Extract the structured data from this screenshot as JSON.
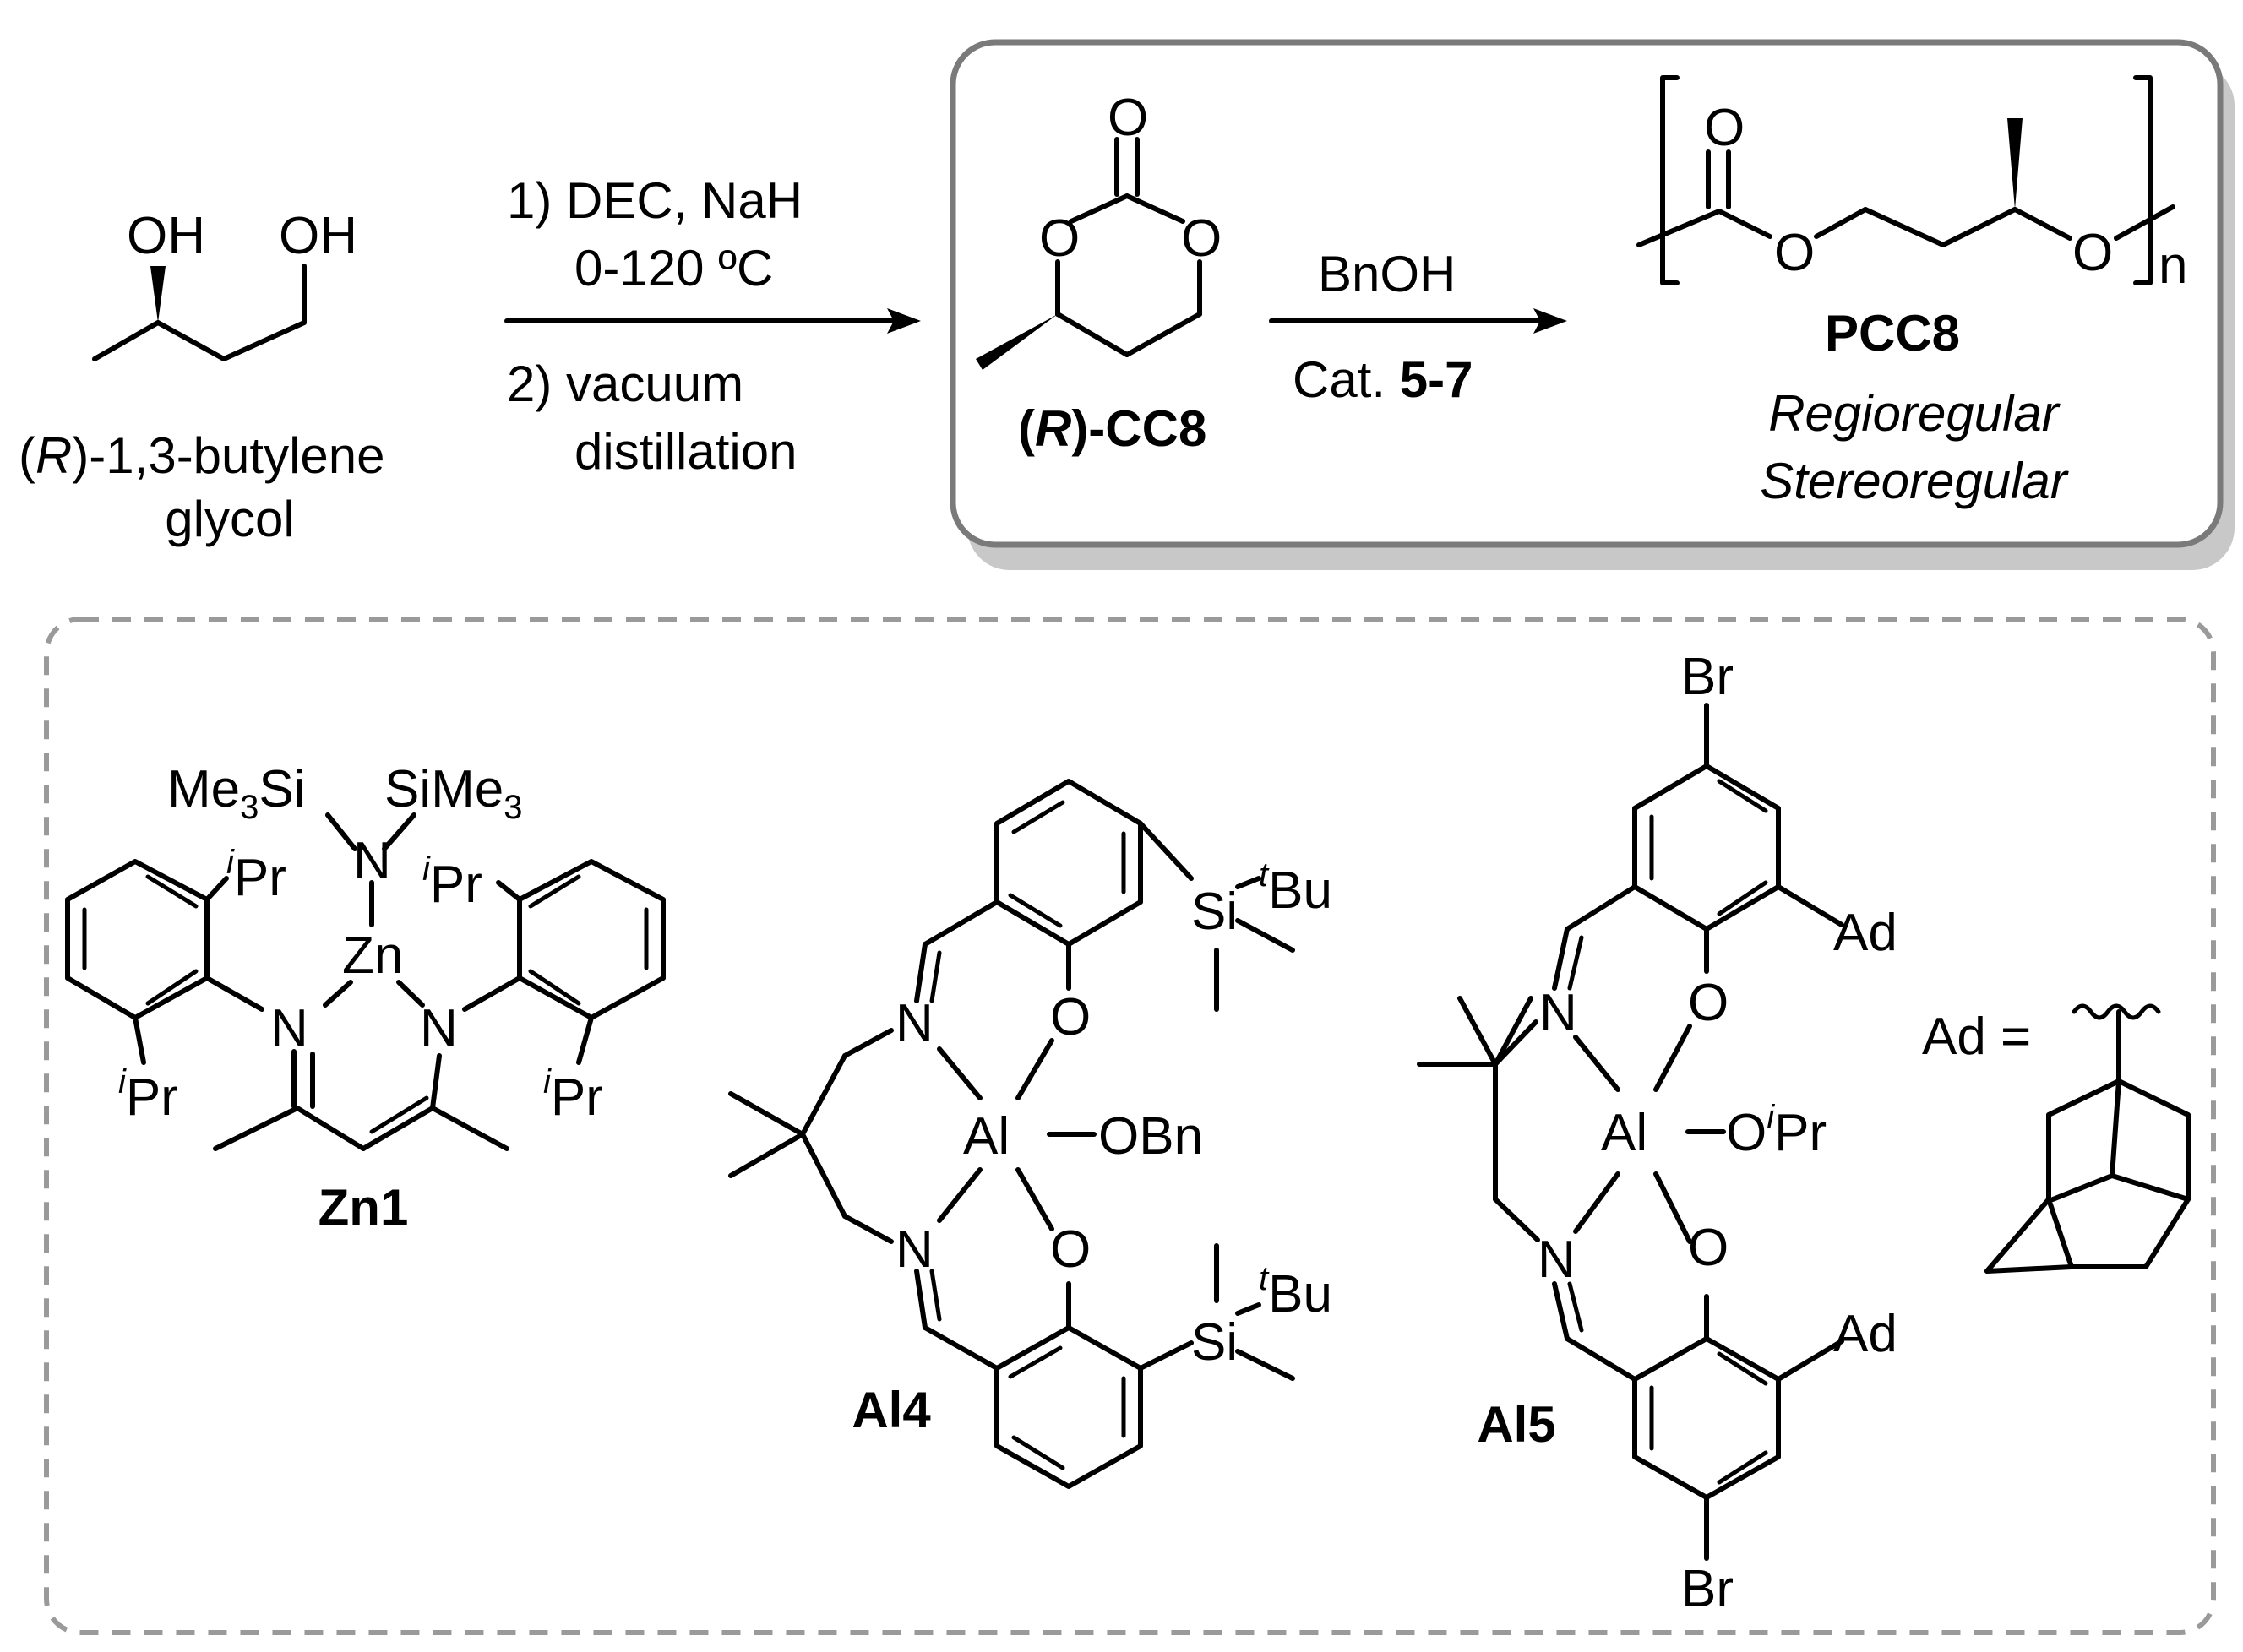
{
  "colors": {
    "ink": "#000000",
    "box_border": "#7a7a7a",
    "box_shadow": "#c8c8c8",
    "dashed_border": "#9a9a9a"
  },
  "reaction": {
    "start": {
      "label_prefix": "(",
      "label_italic": "R",
      "label_suffix": ")-1,3-butylene",
      "label_line2": "glycol",
      "oh_left": "OH",
      "oh_right": "OH"
    },
    "step1": {
      "cond_line1": "1) DEC, NaH",
      "cond_line2": "0-120 ºC",
      "cond_line3": "2) vacuum",
      "cond_line4": "distillation"
    },
    "monomer": {
      "label_paren_open": "(",
      "label_italic": "R",
      "label_rest": ")-CC8",
      "atom_o_top": "O",
      "atom_o_left": "O",
      "atom_o_right": "O"
    },
    "step2": {
      "reagent": "BnOH",
      "cat_prefix": "Cat. ",
      "cat_bold": "5-7"
    },
    "polymer": {
      "name": "PCC8",
      "line1": "Regioregular",
      "line2": "Stereoregular",
      "subscript": "n",
      "atom_o_carbonyl": "O",
      "atom_o_ester": "O",
      "atom_o_ether": "O"
    }
  },
  "catalysts": {
    "zn1": {
      "label": "Zn1",
      "metal": "Zn",
      "n_amide": "N",
      "me3si": "Me",
      "me3si_sub": "3",
      "me3si_tail": "Si",
      "sime3": "SiMe",
      "sime3_sub": "3",
      "n_left": "N",
      "n_right": "N",
      "ipr_sup": "i",
      "ipr_text": "Pr"
    },
    "al4": {
      "label": "Al4",
      "metal": "Al",
      "ligand": "OBn",
      "n_top": "N",
      "n_bottom": "N",
      "o_top": "O",
      "o_bottom": "O",
      "si": "Si",
      "tbu_sup": "t",
      "tbu_text": "Bu"
    },
    "al5": {
      "label": "Al5",
      "metal": "Al",
      "ligand_o": "O",
      "ligand_sup": "i",
      "ligand_text": "Pr",
      "n_top": "N",
      "n_bottom": "N",
      "o_top": "O",
      "o_bottom": "O",
      "br": "Br",
      "ad": "Ad"
    },
    "ad_def": {
      "text": "Ad ="
    }
  }
}
